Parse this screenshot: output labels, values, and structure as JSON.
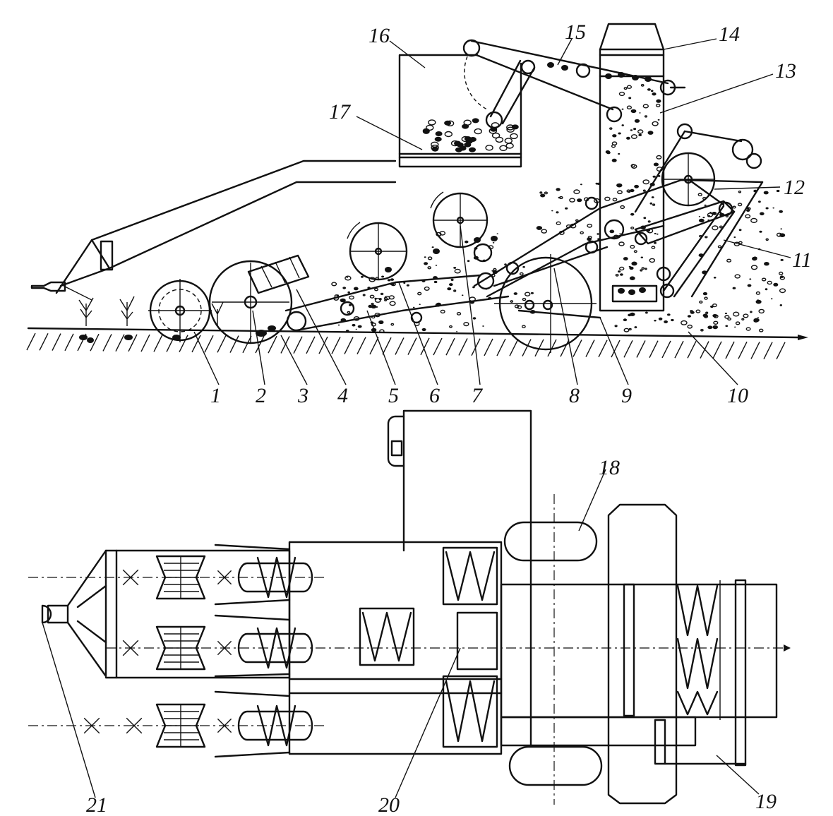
{
  "labels": {
    "l1": "1",
    "l2": "2",
    "l3": "3",
    "l4": "4",
    "l5": "5",
    "l6": "6",
    "l7": "7",
    "l8": "8",
    "l9": "9",
    "l10": "10",
    "l11": "11",
    "l12": "12",
    "l13": "13",
    "l14": "14",
    "l15": "15",
    "l16": "16",
    "l17": "17",
    "l18": "18",
    "l19": "19",
    "l20": "20",
    "l21": "21"
  },
  "colors": {
    "ink": "#111111",
    "paper": "#ffffff"
  }
}
